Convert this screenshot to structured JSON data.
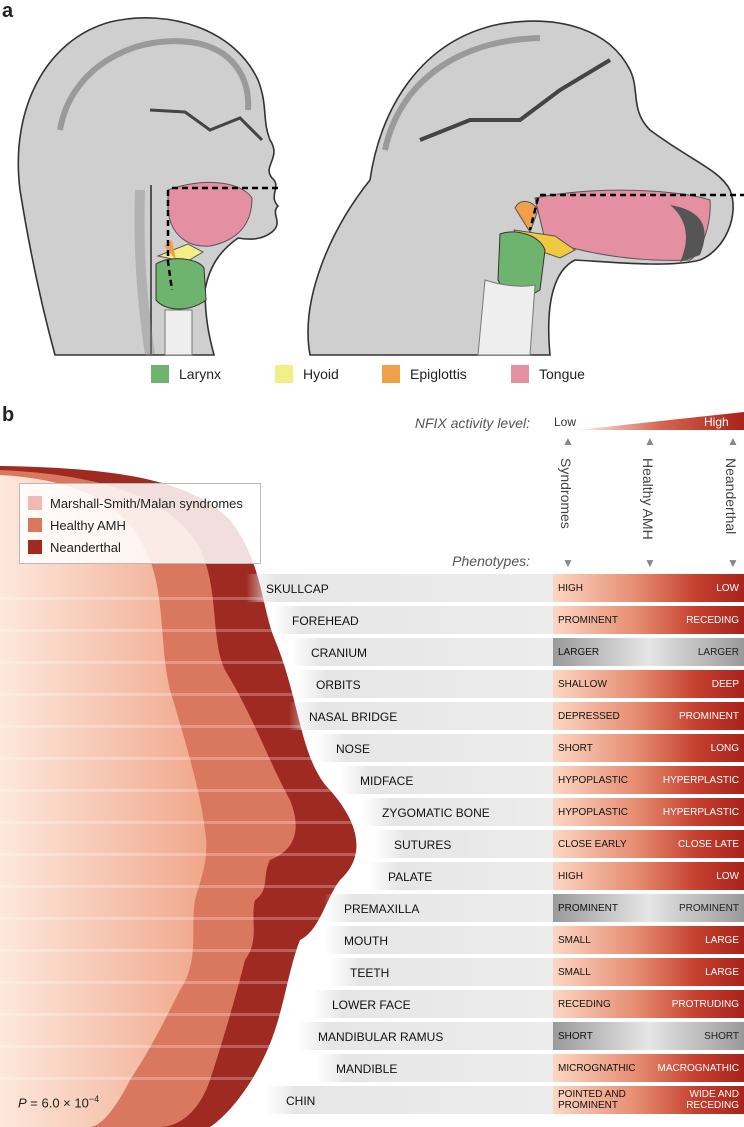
{
  "panel_a": {
    "letter": "a",
    "legend": [
      {
        "label": "Larynx",
        "color": "#6fb46e"
      },
      {
        "label": "Hyoid",
        "color": "#f4ee86"
      },
      {
        "label": "Epiglottis",
        "color": "#f0a04b"
      },
      {
        "label": "Tongue",
        "color": "#e58fa3"
      }
    ]
  },
  "panel_b": {
    "letter": "b",
    "nfix_label": "NFIX activity level:",
    "low": "Low",
    "high": "High",
    "columns": [
      "Syndromes",
      "Healthy AMH",
      "Neanderthal"
    ],
    "phenotypes_label": "Phenotypes:",
    "legend": [
      {
        "label": "Marshall-Smith/Malan syndromes",
        "color": "#f2b8b2"
      },
      {
        "label": "Healthy AMH",
        "color": "#d9785e"
      },
      {
        "label": "Neanderthal",
        "color": "#9e2a22"
      }
    ],
    "traits": [
      {
        "name": "SKULLCAP",
        "low": "HIGH",
        "high": "LOW",
        "style": "red"
      },
      {
        "name": "FOREHEAD",
        "low": "PROMINENT",
        "high": "RECEDING",
        "style": "red"
      },
      {
        "name": "CRANIUM",
        "low": "LARGER",
        "high": "LARGER",
        "style": "grey"
      },
      {
        "name": "ORBITS",
        "low": "SHALLOW",
        "high": "DEEP",
        "style": "red"
      },
      {
        "name": "NASAL BRIDGE",
        "low": "DEPRESSED",
        "high": "PROMINENT",
        "style": "red"
      },
      {
        "name": "NOSE",
        "low": "SHORT",
        "high": "LONG",
        "style": "red"
      },
      {
        "name": "MIDFACE",
        "low": "HYPOPLASTIC",
        "high": "HYPERPLASTIC",
        "style": "red"
      },
      {
        "name": "ZYGOMATIC BONE",
        "low": "HYPOPLASTIC",
        "high": "HYPERPLASTIC",
        "style": "red"
      },
      {
        "name": "SUTURES",
        "low": "CLOSE EARLY",
        "high": "CLOSE LATE",
        "style": "red"
      },
      {
        "name": "PALATE",
        "low": "HIGH",
        "high": "LOW",
        "style": "red"
      },
      {
        "name": "PREMAXILLA",
        "low": "PROMINENT",
        "high": "PROMINENT",
        "style": "grey"
      },
      {
        "name": "MOUTH",
        "low": "SMALL",
        "high": "LARGE",
        "style": "red"
      },
      {
        "name": "TEETH",
        "low": "SMALL",
        "high": "LARGE",
        "style": "red"
      },
      {
        "name": "LOWER FACE",
        "low": "RECEDING",
        "high": "PROTRUDING",
        "style": "red"
      },
      {
        "name": "MANDIBULAR RAMUS",
        "low": "SHORT",
        "high": "SHORT",
        "style": "grey"
      },
      {
        "name": "MANDIBLE",
        "low": "MICROGNATHIC",
        "high": "MACROGNATHIC",
        "style": "red"
      },
      {
        "name": "CHIN",
        "low": "POINTED AND\nPROMINENT",
        "high": "WIDE AND\nRECEDING",
        "style": "red"
      }
    ],
    "p_value": {
      "prefix": "P",
      "mid": " = 6.0 × 10",
      "exp": "−4"
    }
  }
}
